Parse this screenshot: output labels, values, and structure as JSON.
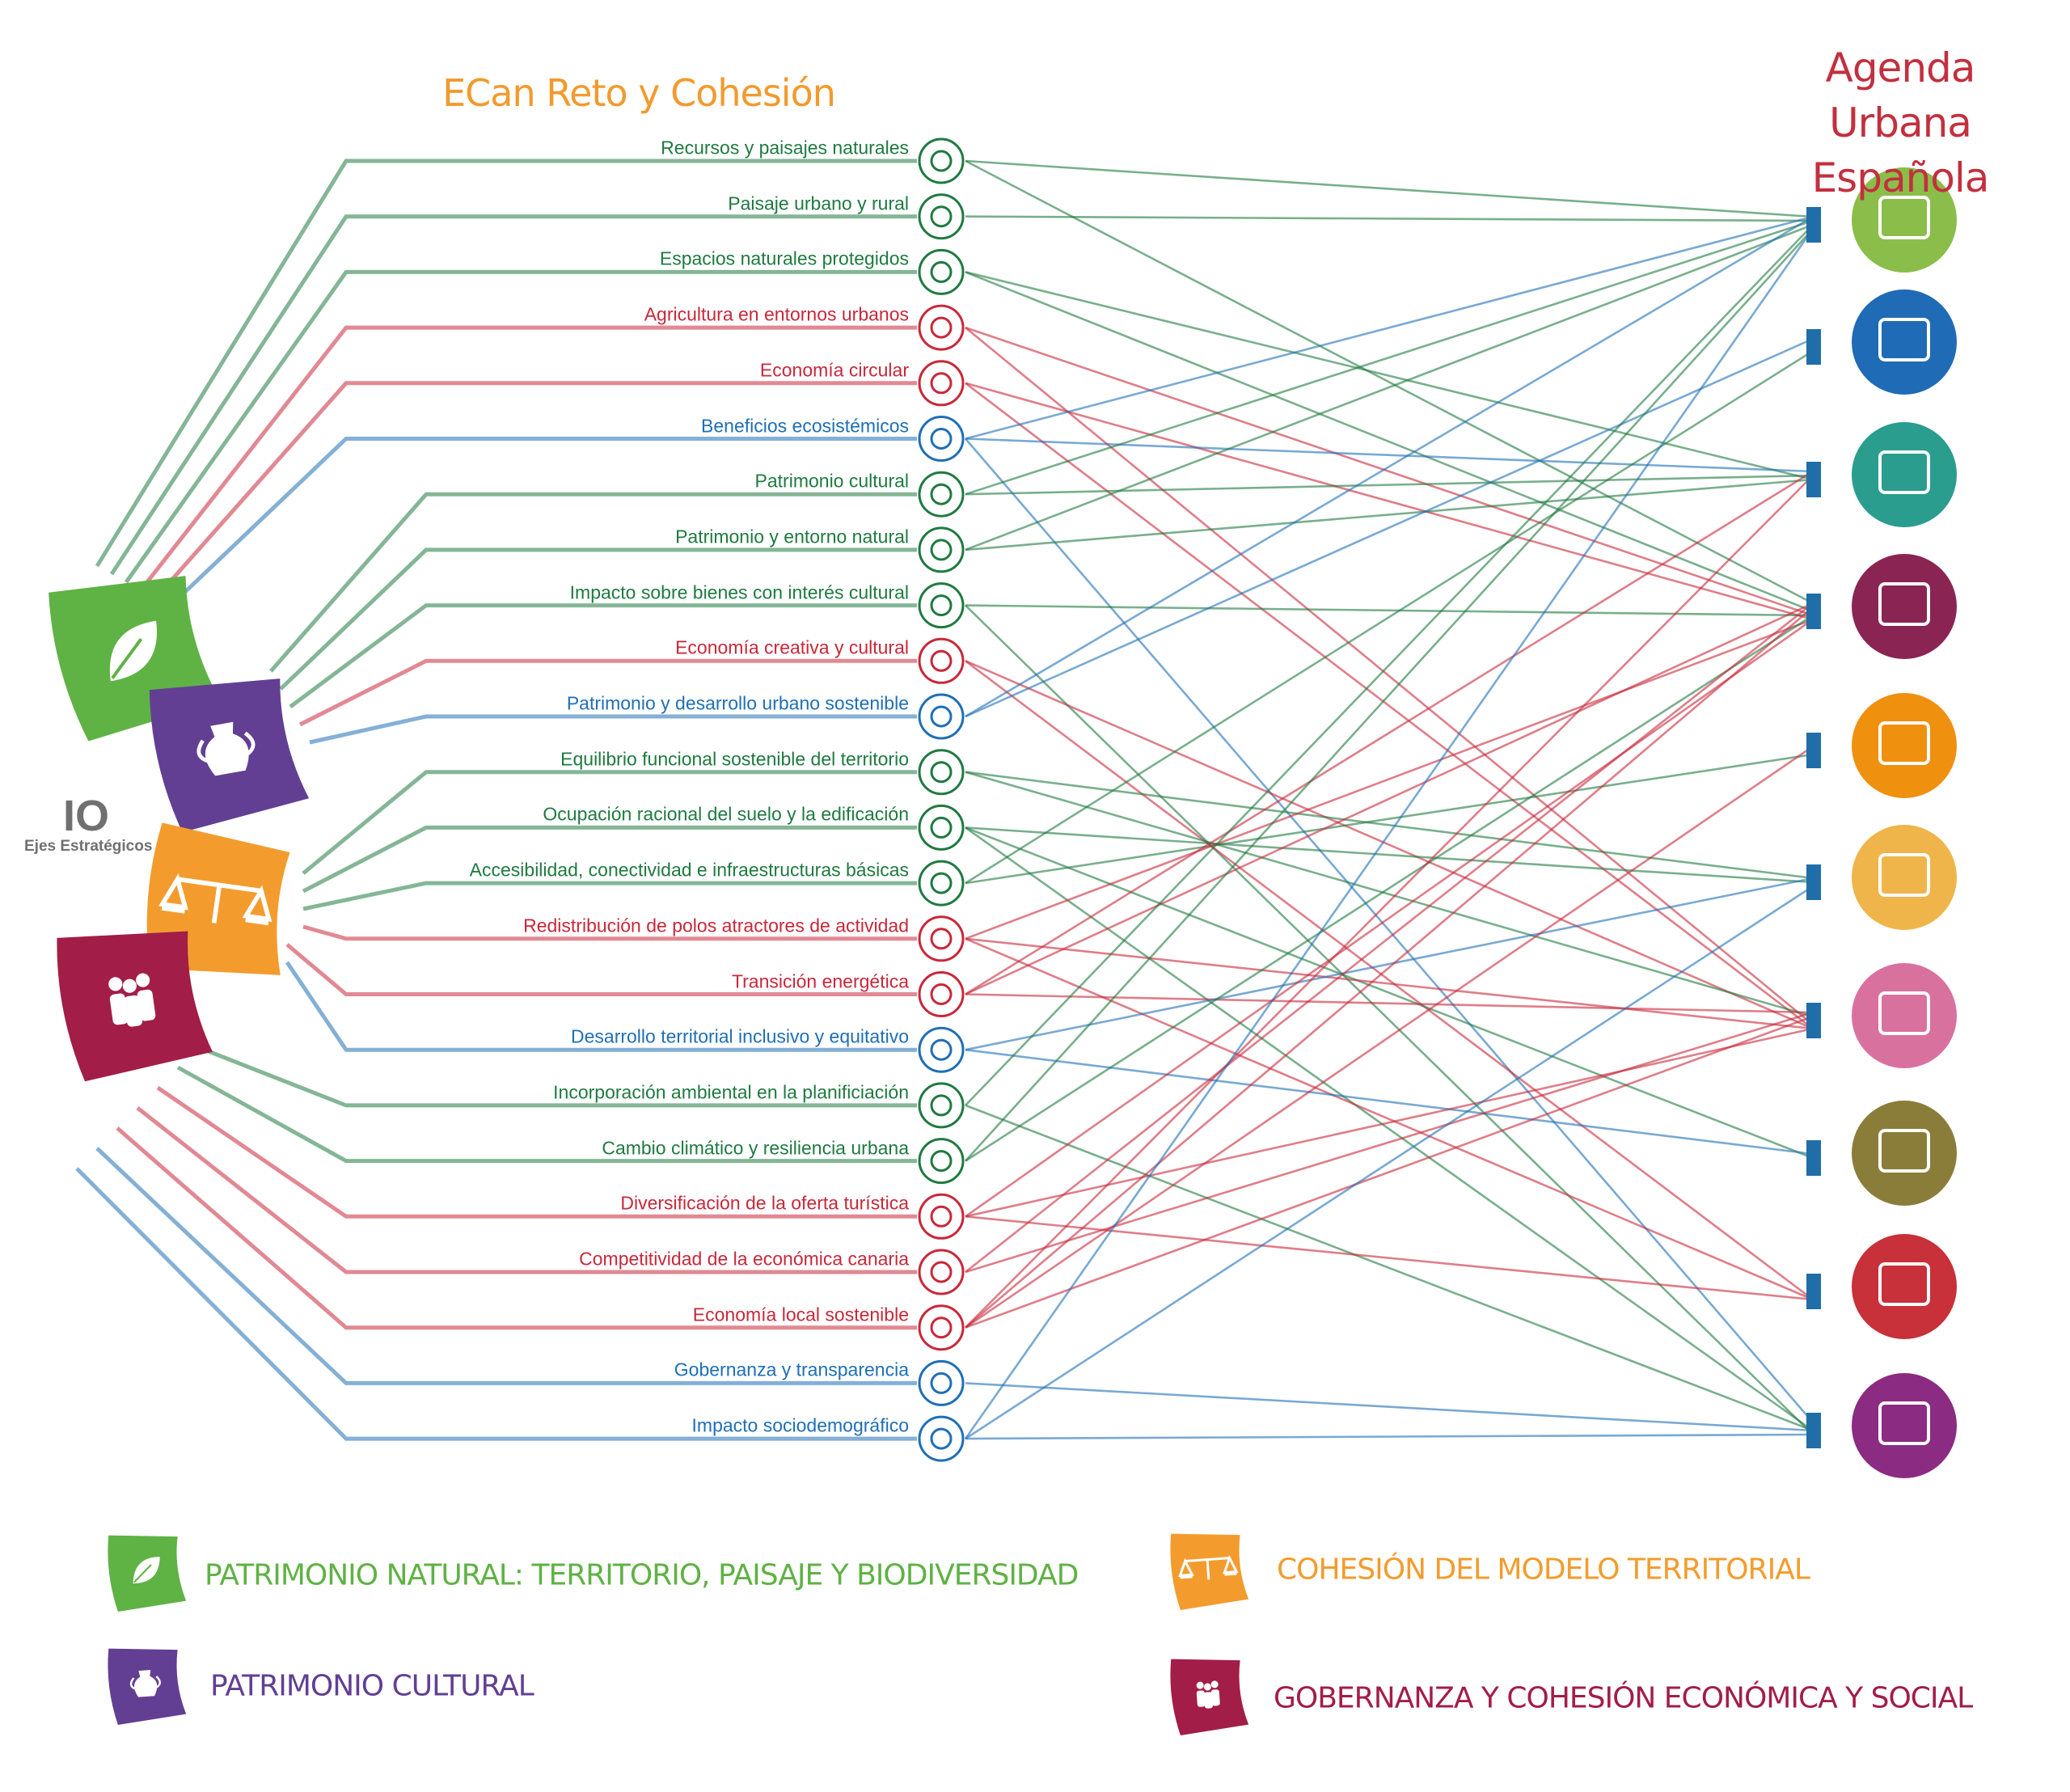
{
  "title": "ECan Reto y Cohesión",
  "agenda_title_line1": "Agenda",
  "agenda_title_line2": "Urbana Española",
  "axes_count": "IO",
  "axes_label": "Ejes Estratégicos",
  "colors": {
    "green": "#1f7a40",
    "red": "#c8283a",
    "blue": "#1f6fb5",
    "target_box": "#1f6ea8"
  },
  "axes": [
    {
      "name": "natural",
      "color": "#5fb244",
      "icon": "leaf-icon"
    },
    {
      "name": "cultural",
      "color": "#623f93",
      "icon": "vase-icon"
    },
    {
      "name": "cohesion",
      "color": "#f39c2d",
      "icon": "scales-icon"
    },
    {
      "name": "gobernanza",
      "color": "#a21d48",
      "icon": "people-icon"
    }
  ],
  "items": [
    {
      "label": "Recursos y paisajes naturales",
      "c": "green",
      "axis": 0,
      "targets": [
        0,
        3
      ]
    },
    {
      "label": "Paisaje urbano y rural",
      "c": "green",
      "axis": 0,
      "targets": [
        0
      ]
    },
    {
      "label": "Espacios naturales protegidos",
      "c": "green",
      "axis": 0,
      "targets": [
        2,
        3
      ]
    },
    {
      "label": "Agricultura en entornos urbanos",
      "c": "red",
      "axis": 0,
      "targets": [
        3,
        6
      ]
    },
    {
      "label": "Economía circular",
      "c": "red",
      "axis": 0,
      "targets": [
        3,
        6
      ]
    },
    {
      "label": "Beneficios ecosistémicos",
      "c": "blue",
      "axis": 0,
      "targets": [
        0,
        2,
        9
      ]
    },
    {
      "label": "Patrimonio cultural",
      "c": "green",
      "axis": 1,
      "targets": [
        0,
        2
      ]
    },
    {
      "label": "Patrimonio y entorno natural",
      "c": "green",
      "axis": 1,
      "targets": [
        0,
        2
      ]
    },
    {
      "label": "Impacto sobre bienes con interés cultural",
      "c": "green",
      "axis": 1,
      "targets": [
        3,
        9
      ]
    },
    {
      "label": "Economía creativa y cultural",
      "c": "red",
      "axis": 1,
      "targets": [
        6,
        8
      ]
    },
    {
      "label": "Patrimonio y desarrollo urbano sostenible",
      "c": "blue",
      "axis": 1,
      "targets": [
        0,
        1
      ]
    },
    {
      "label": "Equilibrio funcional sostenible del territorio",
      "c": "green",
      "axis": 2,
      "targets": [
        5,
        6
      ]
    },
    {
      "label": "Ocupación racional del suelo y la edificación",
      "c": "green",
      "axis": 2,
      "targets": [
        5,
        7,
        9
      ]
    },
    {
      "label": "Accesibilidad, conectividad e infraestructuras básicas",
      "c": "green",
      "axis": 2,
      "targets": [
        1,
        4
      ]
    },
    {
      "label": "Redistribución de polos atractores de actividad",
      "c": "red",
      "axis": 2,
      "targets": [
        3,
        6,
        8
      ]
    },
    {
      "label": "Transición energética",
      "c": "red",
      "axis": 2,
      "targets": [
        2,
        3,
        6
      ]
    },
    {
      "label": "Desarrollo territorial inclusivo y equitativo",
      "c": "blue",
      "axis": 2,
      "targets": [
        5,
        7
      ]
    },
    {
      "label": "Incorporación ambiental en la planificiación",
      "c": "green",
      "axis": 3,
      "targets": [
        0,
        9
      ]
    },
    {
      "label": "Cambio climático y resiliencia urbana",
      "c": "green",
      "axis": 3,
      "targets": [
        0,
        3
      ]
    },
    {
      "label": "Diversificación de la oferta turística",
      "c": "red",
      "axis": 3,
      "targets": [
        3,
        6,
        8
      ]
    },
    {
      "label": "Competitividad de la económica canaria",
      "c": "red",
      "axis": 3,
      "targets": [
        3,
        6
      ]
    },
    {
      "label": "Economía local sostenible",
      "c": "red",
      "axis": 3,
      "targets": [
        2,
        3,
        4,
        6
      ]
    },
    {
      "label": "Gobernanza y transparencia",
      "c": "blue",
      "axis": 3,
      "targets": [
        9
      ]
    },
    {
      "label": "Impacto sociodemográfico",
      "c": "blue",
      "axis": 3,
      "targets": [
        0,
        5,
        9
      ]
    }
  ],
  "targets": [
    {
      "icon": "park-icon",
      "color": "#8bbd4a"
    },
    {
      "icon": "houses-icon",
      "color": "#1f6bb5"
    },
    {
      "icon": "storm-cloud-icon",
      "color": "#2a9d8f"
    },
    {
      "icon": "growth-chart-icon",
      "color": "#8a2553"
    },
    {
      "icon": "bus-icon",
      "color": "#f0900f"
    },
    {
      "icon": "care-hands-icon",
      "color": "#efb54a"
    },
    {
      "icon": "piggy-bank-icon",
      "color": "#d9719f"
    },
    {
      "icon": "house-key-icon",
      "color": "#8a7d3a"
    },
    {
      "icon": "city-icon",
      "color": "#c8303a"
    },
    {
      "icon": "community-icon",
      "color": "#8b2b82"
    }
  ],
  "legend": [
    {
      "label": "PATRIMONIO NATURAL: TERRITORIO,  PAISAJE Y BIODIVERSIDAD",
      "color": "#5fb244"
    },
    {
      "label": "PATRIMONIO CULTURAL",
      "color": "#623f93"
    },
    {
      "label": "COHESIÓN DEL MODELO TERRITORIAL",
      "color": "#f39c2d"
    },
    {
      "label": "GOBERNANZA Y COHESIÓN ECONÓMICA Y SOCIAL",
      "color": "#a21d48"
    }
  ]
}
